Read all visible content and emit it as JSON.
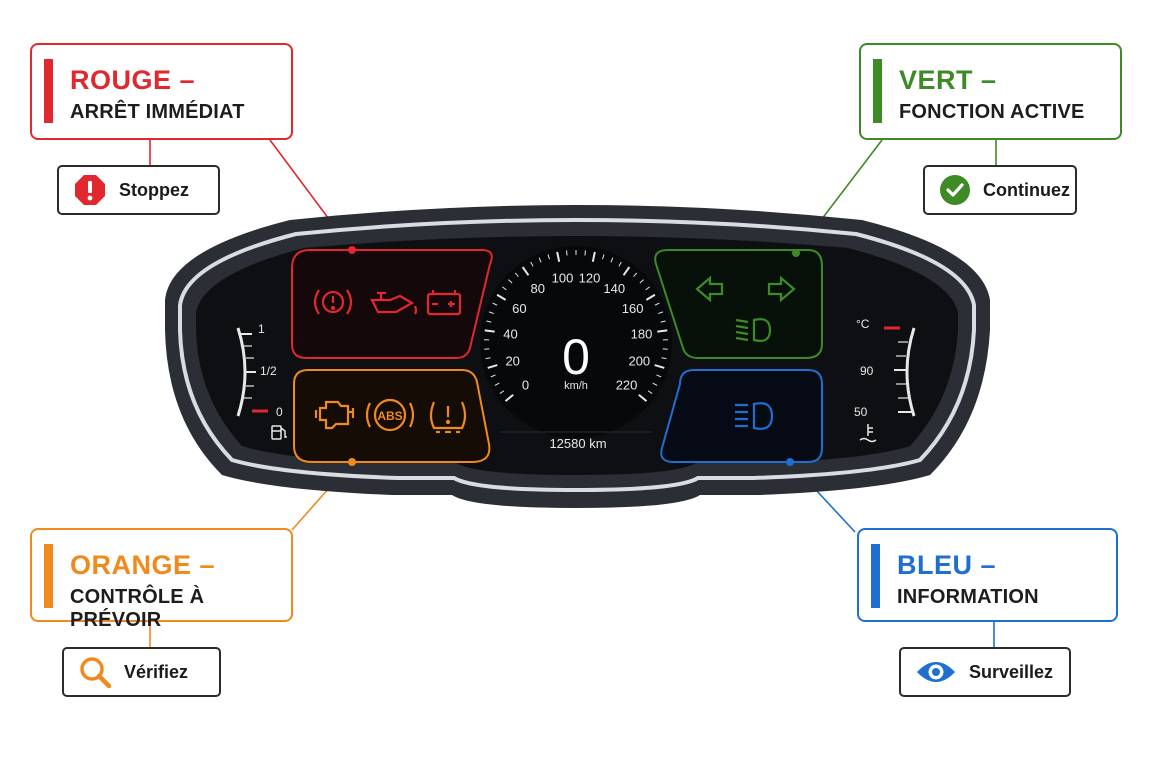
{
  "categories": {
    "red": {
      "title": "ROUGE –",
      "subtitle": "ARRÊT IMMÉDIAT",
      "action": "Stoppez",
      "action_icon": "stop-octagon-icon",
      "color": "#e0282e"
    },
    "green": {
      "title": "VERT –",
      "subtitle": "FONCTION ACTIVE",
      "action": "Continuez",
      "action_icon": "check-circle-icon",
      "color": "#3e8a27"
    },
    "orange": {
      "title": "ORANGE –",
      "subtitle": "CONTRÔLE À PRÉVOIR",
      "action": "Vérifiez",
      "action_icon": "magnifier-icon",
      "color": "#f08a1d"
    },
    "blue": {
      "title": "BLEU –",
      "subtitle": "INFORMATION",
      "action": "Surveillez",
      "action_icon": "eye-icon",
      "color": "#1f6fd0"
    }
  },
  "warning_lights": {
    "red": [
      "parking-brake-icon",
      "oil-pressure-icon",
      "battery-icon"
    ],
    "orange": [
      "check-engine-icon",
      "abs-icon",
      "tire-pressure-icon"
    ],
    "green": [
      "turn-left-icon",
      "turn-right-icon",
      "low-beam-icon"
    ],
    "blue": [
      "high-beam-icon"
    ]
  },
  "abs_label": "ABS",
  "speedometer": {
    "speed": "0",
    "unit": "km/h",
    "ticks": [
      "0",
      "20",
      "40",
      "60",
      "80",
      "100",
      "120",
      "140",
      "160",
      "180",
      "200",
      "220"
    ],
    "odometer": "12580 km"
  },
  "fuel_gauge": {
    "labels": [
      "1",
      "1/2",
      "0"
    ],
    "icon": "fuel-pump-icon"
  },
  "temp_gauge": {
    "labels": [
      "°C",
      "90",
      "50"
    ],
    "icon": "coolant-temp-icon"
  }
}
